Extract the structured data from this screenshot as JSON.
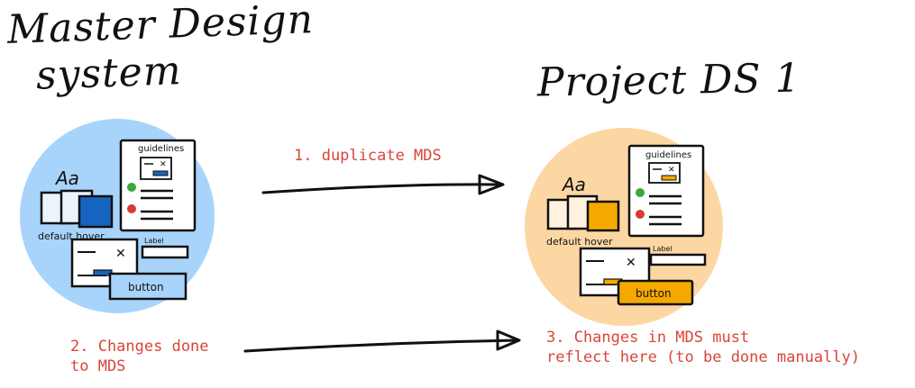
{
  "titles": {
    "master_line1": "Master Design",
    "master_line2": "system",
    "project": "Project DS 1"
  },
  "master": {
    "guidelines_label": "guidelines",
    "type_sample": "Aa",
    "states_label": "default hover",
    "field_label": "Label",
    "button_label": "button",
    "color": "#a8d4fb",
    "accent": "#1565c0"
  },
  "project": {
    "guidelines_label": "guidelines",
    "type_sample": "Aa",
    "states_label": "default hover",
    "field_label": "Label",
    "button_label": "button",
    "color": "#fcd7a4",
    "accent": "#f5a900"
  },
  "notes": {
    "step1": "1. duplicate MDS",
    "step2": "2. Changes done\nto MDS",
    "step3": "3. Changes in MDS must\nreflect here (to be done manually)"
  },
  "colors": {
    "note_text": "#d9453a",
    "dot_green": "#3aa83a",
    "dot_red": "#d63a34"
  }
}
